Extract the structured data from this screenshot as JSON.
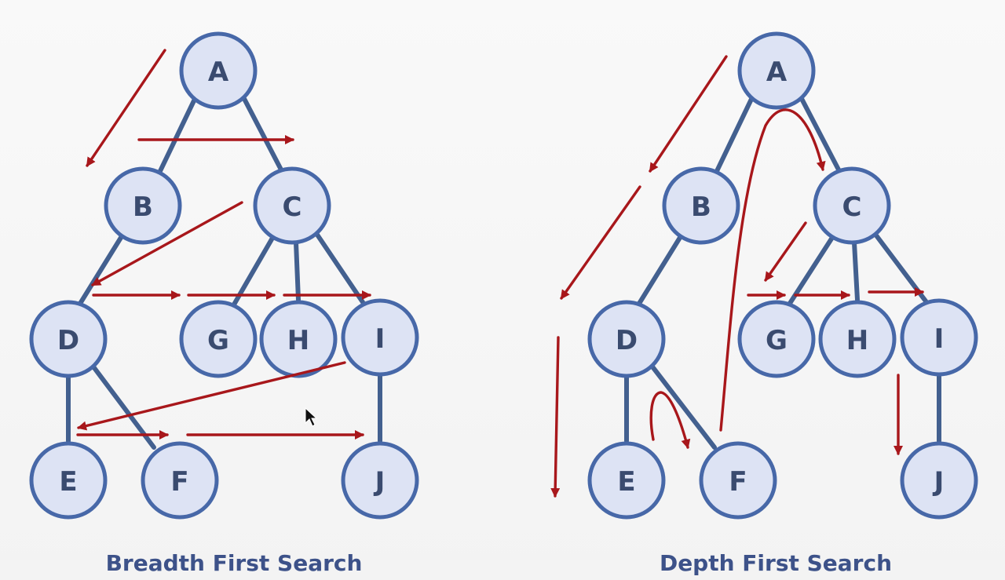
{
  "diagrams": [
    {
      "caption": "Breadth First Search",
      "nodes": [
        "A",
        "B",
        "C",
        "D",
        "E",
        "F",
        "G",
        "H",
        "I",
        "J"
      ]
    },
    {
      "caption": "Depth First Search",
      "nodes": [
        "A",
        "B",
        "C",
        "D",
        "E",
        "F",
        "G",
        "H",
        "I",
        "J"
      ]
    }
  ],
  "colors": {
    "node_fill": "#dde3f4",
    "node_border": "#4768a8",
    "node_text": "#3a4b6f",
    "edge": "#43608f",
    "arrow": "#a8171b",
    "caption": "#3d5289"
  }
}
